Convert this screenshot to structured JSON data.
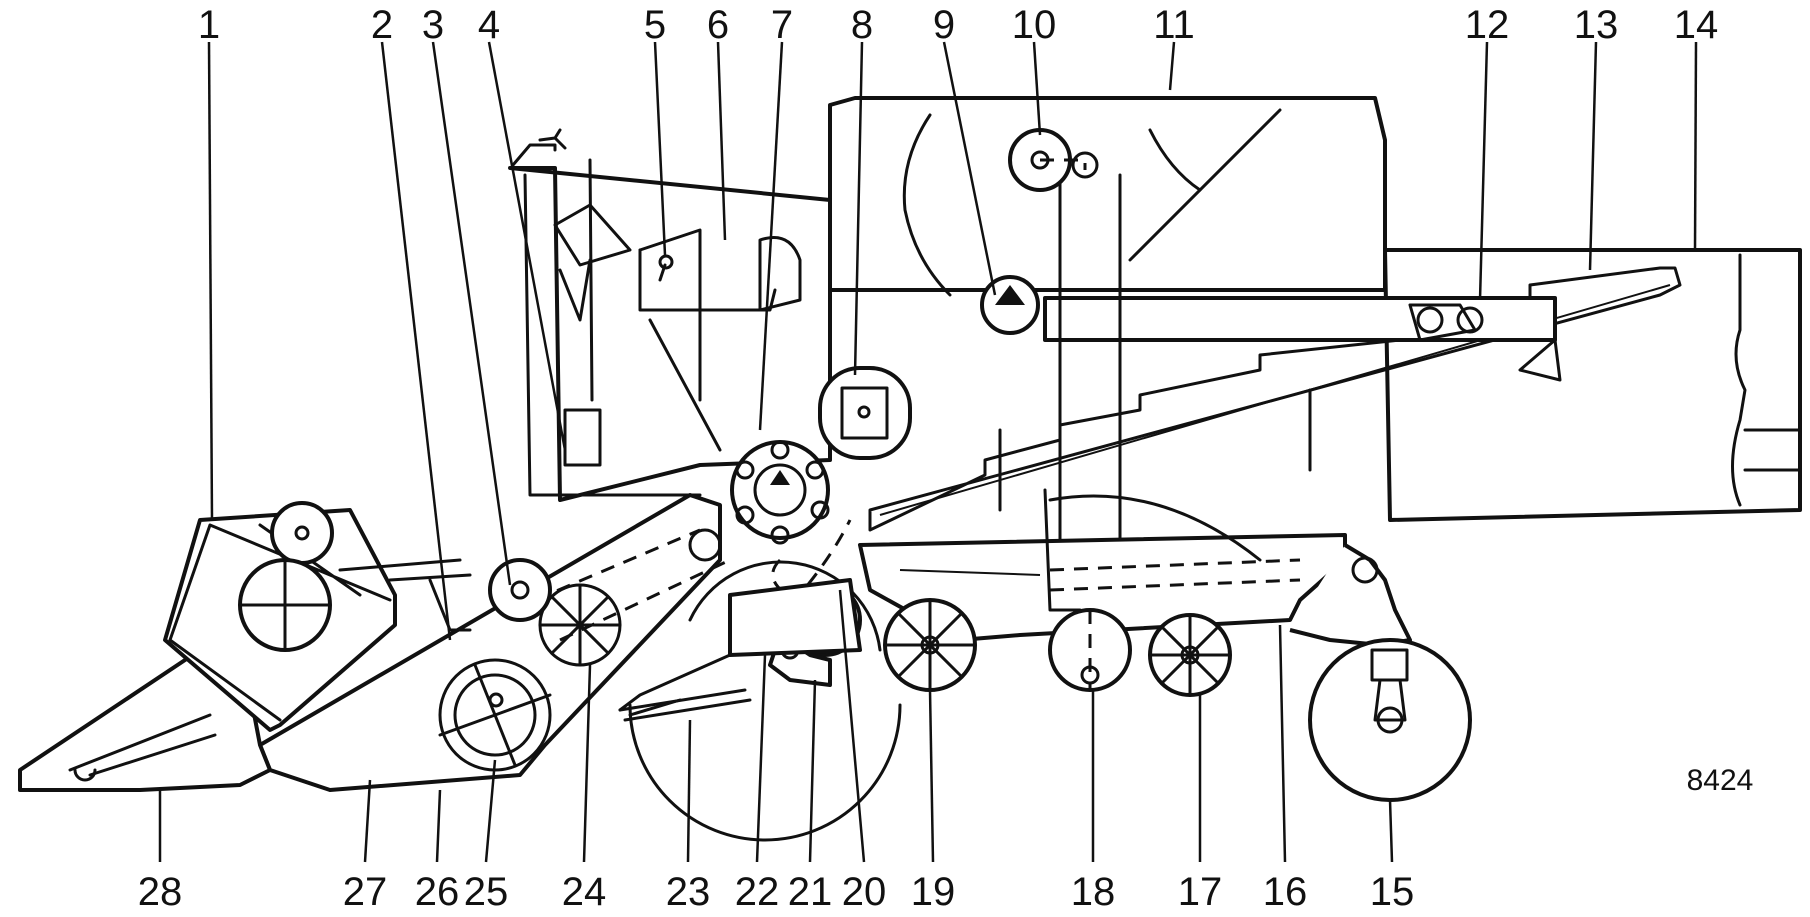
{
  "figure": {
    "number": "8424",
    "callouts_top": [
      "1",
      "2",
      "3",
      "4",
      "5",
      "6",
      "7",
      "8",
      "9",
      "10",
      "11",
      "12",
      "13",
      "14"
    ],
    "callouts_bottom": [
      "28",
      "27",
      "26",
      "25",
      "24",
      "23",
      "22",
      "21",
      "20",
      "19",
      "18",
      "17",
      "16",
      "15"
    ]
  },
  "colors": {
    "ink": "#111111",
    "paper": "#ffffff"
  }
}
